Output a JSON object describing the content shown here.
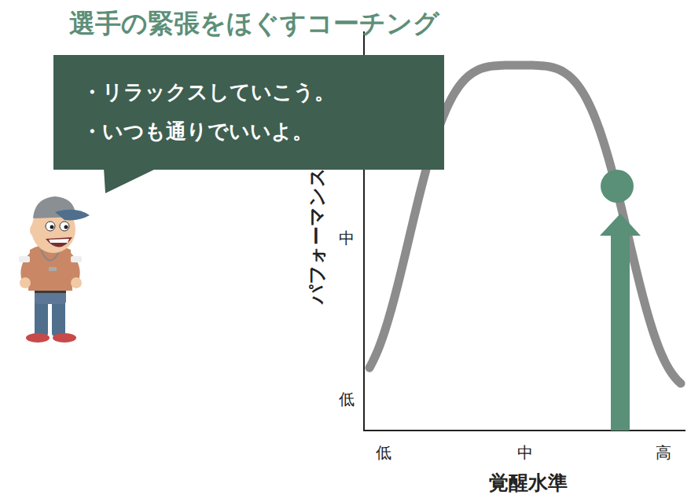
{
  "diagram": {
    "title": "選手の緊張をほぐすコーチング",
    "nodes": [
      {
        "text": [
          "・リラックスしていこう。",
          "・いつも通りでいいよ。"
        ]
      }
    ],
    "labels": [
      "パフォーマンス",
      "中",
      "低",
      "低",
      "中",
      "高",
      "覚醒水準"
    ]
  }
}
